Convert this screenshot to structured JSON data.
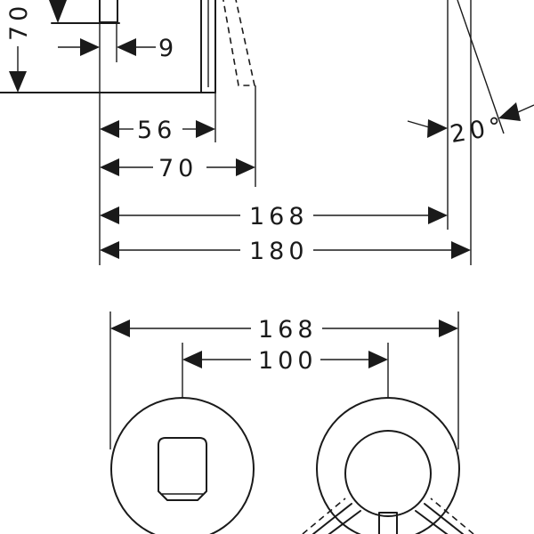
{
  "dimensions": {
    "top_left_height": "70",
    "gap_small": "9",
    "depth_56": "56",
    "depth_70": "70",
    "angle": "20°",
    "side_width_168": "168",
    "side_width_180": "180",
    "front_width_168": "168",
    "front_spacing_100": "100"
  },
  "colors": {
    "line": "#1a1a1a",
    "background": "#ffffff"
  }
}
